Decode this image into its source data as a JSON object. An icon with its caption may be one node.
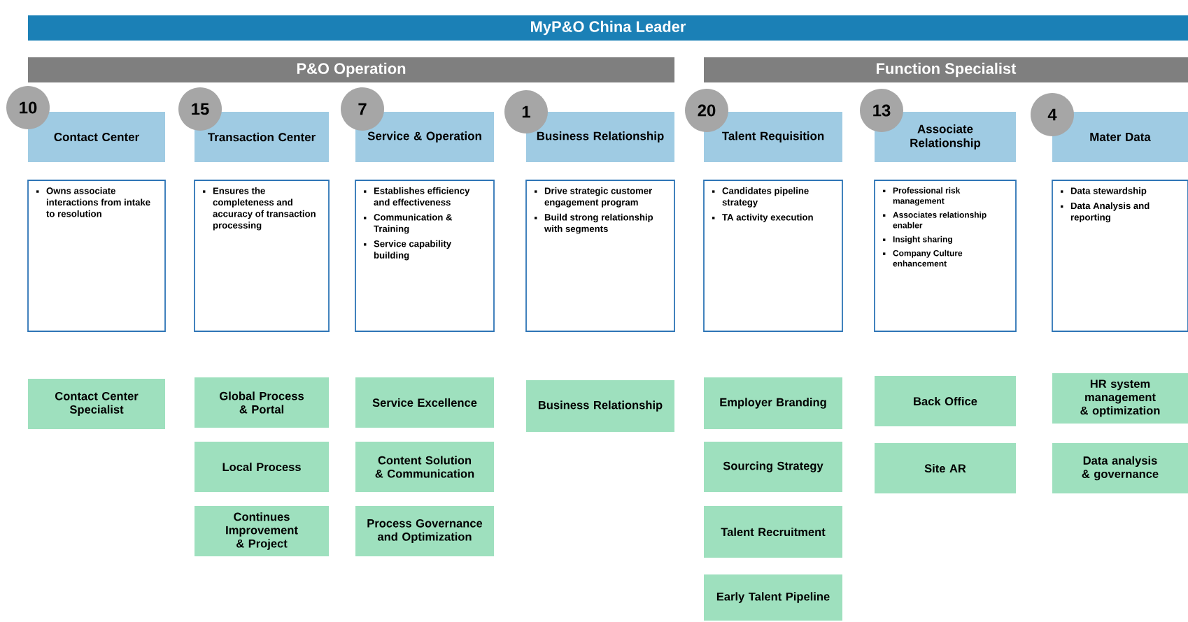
{
  "diagram": {
    "nodes": [
      {
        "text": [
          "MyP&O China Leader"
        ]
      },
      {
        "text": [
          "P&O Operation"
        ]
      },
      {
        "text": [
          "Function Specialist"
        ]
      },
      {
        "text": [
          "10"
        ]
      },
      {
        "text": [
          "Contact Center"
        ]
      },
      {
        "text": [
          "Owns associate interactions from intake to resolution"
        ]
      },
      {
        "text": [
          "Contact Center Specialist"
        ]
      },
      {
        "text": [
          "15"
        ]
      },
      {
        "text": [
          "Transaction Center"
        ]
      },
      {
        "text": [
          "Ensures the completeness and accuracy of transaction processing"
        ]
      },
      {
        "text": [
          "Global Process & Portal"
        ]
      },
      {
        "text": [
          "Local Process"
        ]
      },
      {
        "text": [
          "Continues Improvement & Project"
        ]
      },
      {
        "text": [
          "7"
        ]
      },
      {
        "text": [
          "Service & Operation"
        ]
      },
      {
        "text": [
          "Establishes efficiency and effectiveness",
          "Communication & Training",
          "Service capability building"
        ]
      },
      {
        "text": [
          "Service Excellence"
        ]
      },
      {
        "text": [
          "Content Solution & Communication"
        ]
      },
      {
        "text": [
          "Process Governance and Optimization"
        ]
      },
      {
        "text": [
          "1"
        ]
      },
      {
        "text": [
          "Business Relationship"
        ]
      },
      {
        "text": [
          "Drive strategic customer engagement program",
          "Build strong relationship with segments"
        ]
      },
      {
        "text": [
          "Business Relationship"
        ]
      },
      {
        "text": [
          "20"
        ]
      },
      {
        "text": [
          "Talent Requisition"
        ]
      },
      {
        "text": [
          "Candidates pipeline strategy",
          "TA activity execution"
        ]
      },
      {
        "text": [
          "Employer Branding"
        ]
      },
      {
        "text": [
          "Sourcing Strategy"
        ]
      },
      {
        "text": [
          "Talent Recruitment"
        ]
      },
      {
        "text": [
          "Early Talent Pipeline"
        ]
      },
      {
        "text": [
          "13"
        ]
      },
      {
        "text": [
          "Associate Relationship"
        ]
      },
      {
        "text": [
          "Professional risk management",
          "Associates relationship enabler",
          "Insight sharing",
          "Company Culture enhancement"
        ]
      },
      {
        "text": [
          "Back Office"
        ]
      },
      {
        "text": [
          "Site AR"
        ]
      },
      {
        "text": [
          "4"
        ]
      },
      {
        "text": [
          "Mater Data"
        ]
      },
      {
        "text": [
          "Data stewardship",
          "Data Analysis and reporting"
        ]
      },
      {
        "text": [
          "HR system management & optimization"
        ]
      },
      {
        "text": [
          "Data analysis & governance"
        ]
      }
    ]
  }
}
